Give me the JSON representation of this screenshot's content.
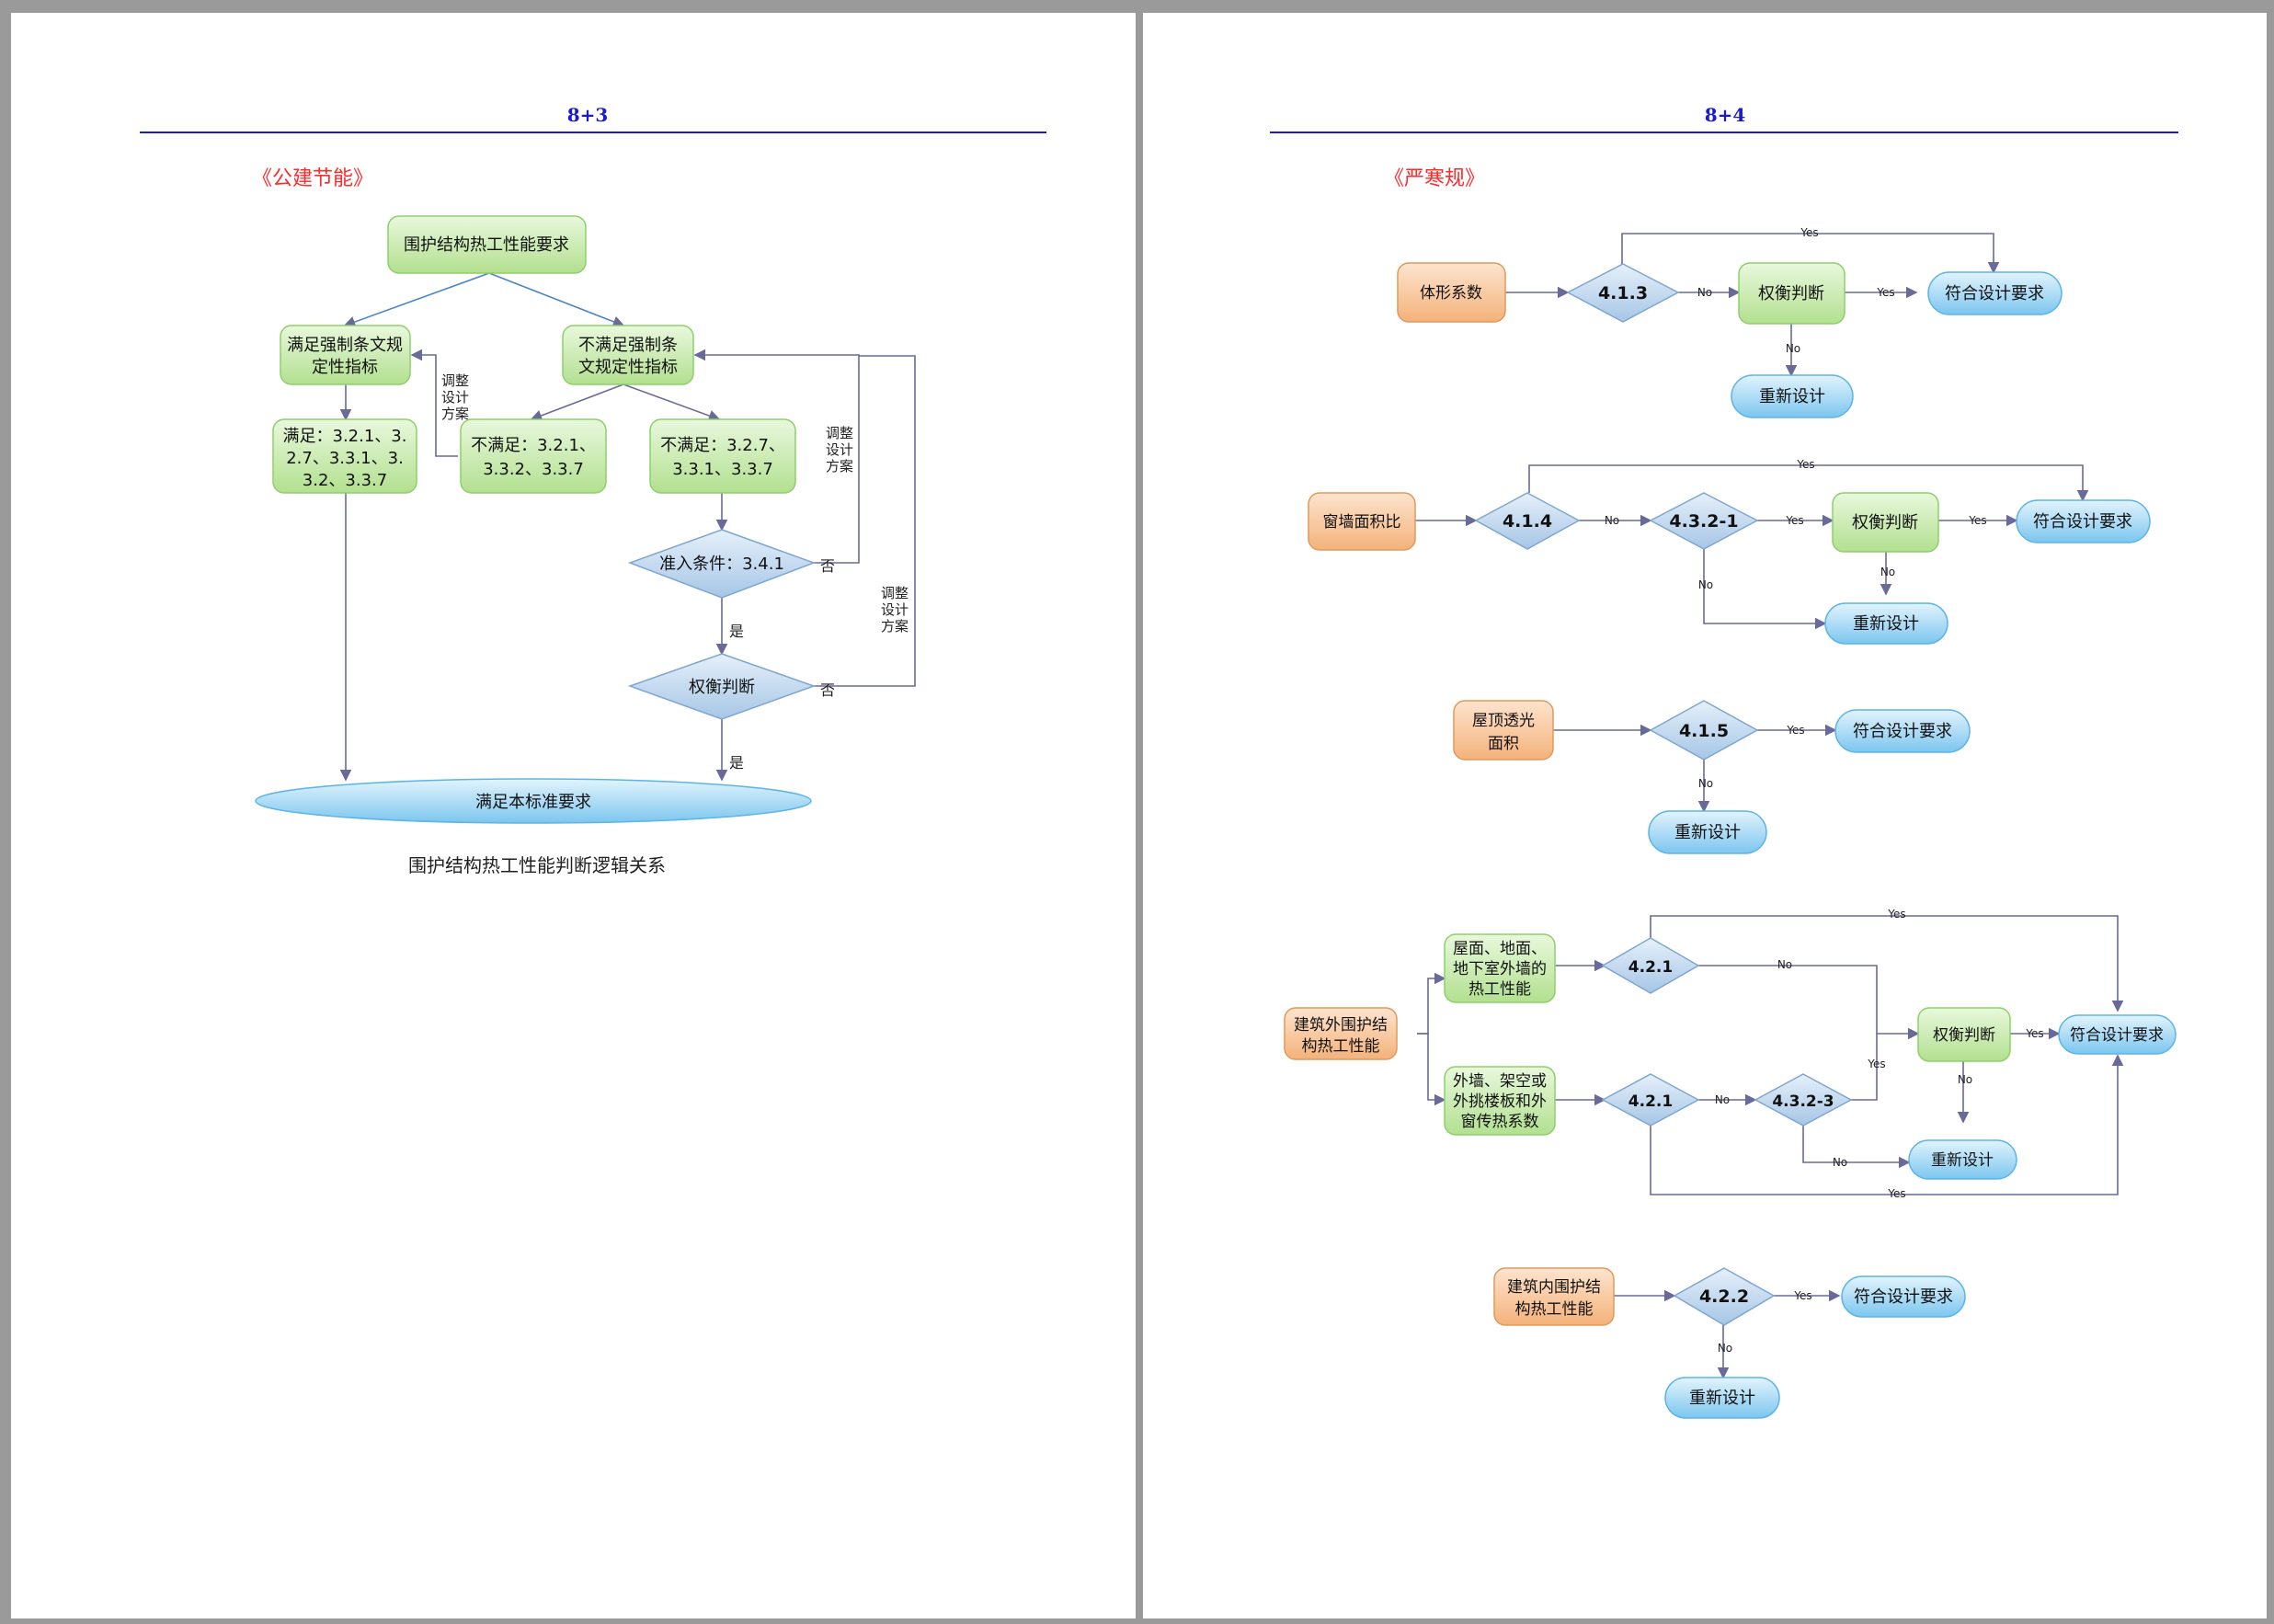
{
  "left_page": {
    "page_number": "8+3",
    "section_title": "《公建节能》",
    "caption": "围护结构热工性能判断逻辑关系",
    "nodes": {
      "top": "围护结构热工性能要求",
      "meet_l1": "满足强制条文规",
      "meet_l2": "定性指标",
      "notmeet_l1": "不满足强制条",
      "notmeet_l2": "文规定性指标",
      "sat_l1": "满足：3.2.1、3.",
      "sat_l2": "2.7、3.3.1、3.",
      "sat_l3": "3.2、3.3.7",
      "ns1_l1": "不满足：3.2.1、",
      "ns1_l2": "3.3.2、3.3.7",
      "ns2_l1": "不满足：3.2.7、",
      "ns2_l2": "3.3.1、3.3.7",
      "access": "准入条件：3.4.1",
      "tradeoff": "权衡判断",
      "final": "满足本标准要求"
    },
    "adjust_label": [
      "调整",
      "设计",
      "方案"
    ],
    "yes": "是",
    "no": "否"
  },
  "right_page": {
    "page_number": "8+4",
    "section_title": "《严寒规》",
    "yes": "Yes",
    "no": "No",
    "flows": {
      "f1": {
        "start": "体形系数",
        "d1": "4.1.3",
        "trade": "权衡判断",
        "ok": "符合设计要求",
        "redo": "重新设计"
      },
      "f2": {
        "start": "窗墙面积比",
        "d1": "4.1.4",
        "d2": "4.3.2-1",
        "trade": "权衡判断",
        "ok": "符合设计要求",
        "redo": "重新设计"
      },
      "f3": {
        "start_l1": "屋顶透光",
        "start_l2": "面积",
        "d1": "4.1.5",
        "ok": "符合设计要求",
        "redo": "重新设计"
      },
      "f4": {
        "start_l1": "建筑外围护结",
        "start_l2": "构热工性能",
        "a_l1": "屋面、地面、",
        "a_l2": "地下室外墙的",
        "a_l3": "热工性能",
        "b_l1": "外墙、架空或",
        "b_l2": "外挑楼板和外",
        "b_l3": "窗传热系数",
        "d1": "4.2.1",
        "d2": "4.2.1",
        "d3": "4.3.2-3",
        "trade": "权衡判断",
        "ok": "符合设计要求",
        "redo": "重新设计"
      },
      "f5": {
        "start_l1": "建筑内围护结",
        "start_l2": "构热工性能",
        "d1": "4.2.2",
        "ok": "符合设计要求",
        "redo": "重新设计"
      }
    }
  },
  "colors": {
    "page_number": "#1a1ad6",
    "section_title": "#ff2a2a",
    "green_node": "#c8ecb0",
    "orange_node": "#f7c49a",
    "blue_node": "#9fd6f5",
    "diamond": "#bcd6ee"
  }
}
